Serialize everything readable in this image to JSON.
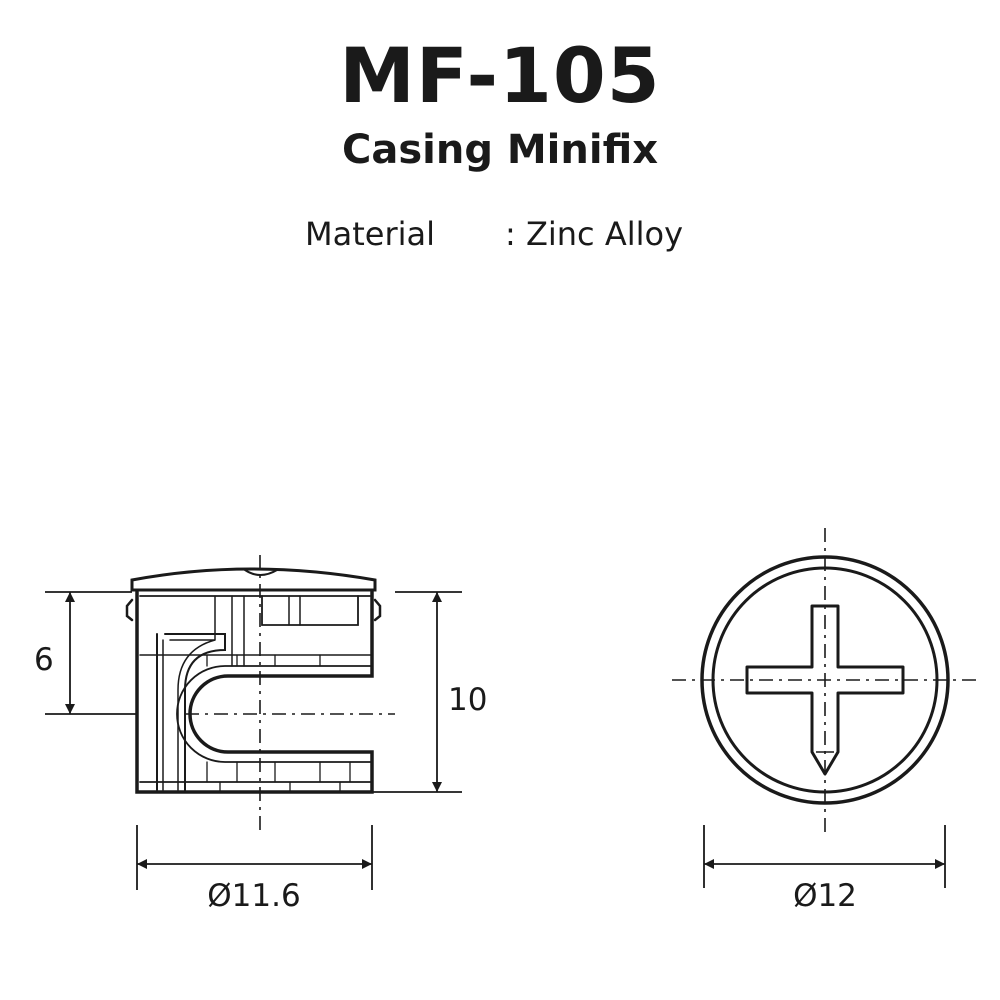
{
  "header": {
    "title": "MF-105",
    "subtitle": "Casing Minifix"
  },
  "spec": {
    "label": "Material",
    "value": ": Zinc Alloy"
  },
  "dimensions": {
    "height_partial": "6",
    "height_total": "10",
    "side_diameter": "Ø11.6",
    "top_diameter": "Ø12"
  }
}
